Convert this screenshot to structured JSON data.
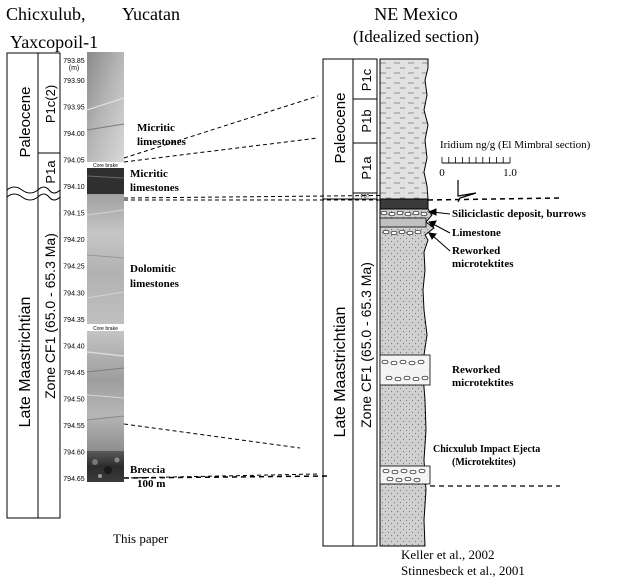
{
  "left": {
    "title_line1": "Chicxulub,",
    "title_region": "Yucatan",
    "title_line2": "Yaxcopoil-1",
    "epoch_top": "Paleocene",
    "epoch_bottom": "Late Maastrichtian",
    "zone_p1c": "P1c(2)",
    "zone_p1a": "P1a",
    "zone_cf1": "Zone CF1 (65.0 - 65.3 Ma)",
    "depths": [
      "793.85",
      "793.90",
      "793.95",
      "794.00",
      "794.05",
      "794.10",
      "794.15",
      "794.20",
      "794.25",
      "794.30",
      "794.35",
      "794.40",
      "794.45",
      "794.50",
      "794.55",
      "794.60",
      "794.65"
    ],
    "depth_unit": "(m)",
    "core_brake_1": "Core brake",
    "core_brake_2": "Core brake",
    "lith_1a": "Micritic",
    "lith_1b": "limestones",
    "lith_2a": "Micritic",
    "lith_2b": "limestones",
    "lith_3a": "Dolomitic",
    "lith_3b": "limestones",
    "lith_4a": "Breccia",
    "lith_4b": "100 m",
    "credit": "This paper"
  },
  "right": {
    "title_line1": "NE Mexico",
    "title_line2": "(Idealized section)",
    "epoch_top": "Paleocene",
    "epoch_bottom": "Late Maastrichtian",
    "zone_p1c": "P1c",
    "zone_p1b": "P1b",
    "zone_p1a": "P1a",
    "zone_p0": "P0?",
    "zone_cf1": "Zone CF1 (65.0 - 65.3 Ma)",
    "iridium_title": "Iridium ng/g (El Mimbral section)",
    "iridium_tick_0": "0",
    "iridium_tick_1": "1.0",
    "label_silic": "Siliciclastic deposit,  burrows",
    "label_limestone": "Limestone",
    "label_rm1a": "Reworked",
    "label_rm1b": "microtektites",
    "label_rm2a": "Reworked",
    "label_rm2b": "microtektites",
    "label_ejecta1": "Chicxulub Impact Ejecta",
    "label_ejecta2": "(Microtektites)",
    "ref1": "Keller et  al., 2002",
    "ref2": "Stinnesbeck et al., 2001"
  }
}
